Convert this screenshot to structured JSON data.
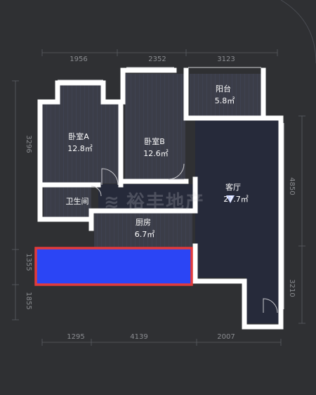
{
  "dimensions": {
    "top": [
      "1956",
      "2352",
      "3123"
    ],
    "bottom": [
      "1295",
      "4139",
      "2007"
    ],
    "left": [
      "3296",
      "1355",
      "1855"
    ],
    "right": [
      "4850",
      "3210"
    ]
  },
  "rooms": {
    "bedroom_a": {
      "name": "卧室A",
      "area": "12.8㎡"
    },
    "bedroom_b": {
      "name": "卧室B",
      "area": "12.6㎡"
    },
    "balcony": {
      "name": "阳台",
      "area": "5.8㎡"
    },
    "living": {
      "name": "客厅",
      "area": "27.7㎡"
    },
    "bathroom": {
      "name": "卫生间"
    },
    "kitchen": {
      "name": "厨房",
      "area": "6.7㎡"
    }
  },
  "watermark": {
    "text": "裕丰地产"
  },
  "colors": {
    "background": "#2f3033",
    "room_floor": "#3d3f4a",
    "wall": "#ffffff",
    "living_floor": "#262a3a",
    "highlight_fill": "#2b45f5",
    "highlight_border": "#e23b3b"
  }
}
